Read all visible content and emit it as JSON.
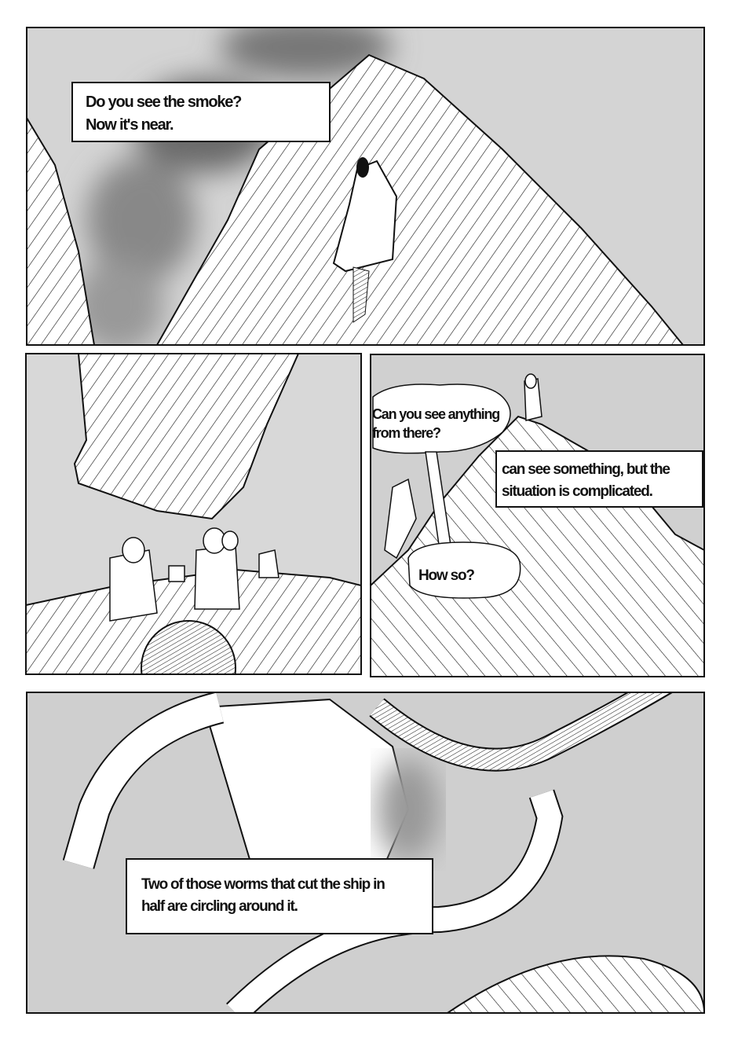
{
  "panels": [
    {
      "caption": {
        "lines": [
          "Do you see the smoke?",
          "Now it's near."
        ]
      }
    },
    {},
    {
      "speech_bubble_1": {
        "lines": [
          "Can you see anything",
          "from there?"
        ]
      },
      "caption": {
        "lines": [
          "can see something, but the",
          "situation is complicated."
        ]
      },
      "speech_bubble_2": {
        "text": "How so?"
      }
    },
    {
      "caption": {
        "lines": [
          "Two of those worms that cut the ship in",
          "half are circling around it."
        ]
      }
    }
  ],
  "colors": {
    "sky": "#d4d4d4",
    "ink": "#111111",
    "paper": "#ffffff",
    "smoke": "#6a6a6a"
  }
}
